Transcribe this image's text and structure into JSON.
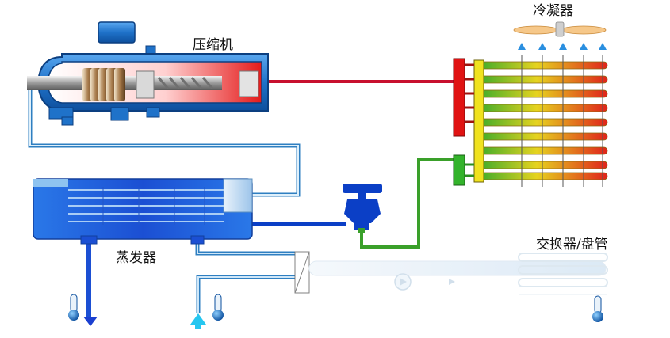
{
  "labels": {
    "compressor": "压缩机",
    "condenser": "冷凝器",
    "evaporator": "蒸发器",
    "exchanger": "交换器/盘管"
  },
  "colors": {
    "hot_line": "#c8102e",
    "cold_line": "#2f7fc1",
    "liquid_line": "#3aa02a",
    "deep_blue": "#0b3fc6",
    "compressor_body": "#1f72c9",
    "manifold_red": "#e01313",
    "manifold_yellow": "#f0e21e",
    "manifold_green": "#33b32b",
    "arrow_blue": "#2a8fe0"
  },
  "icons": {
    "fan": "fan-icon",
    "thermometer": "thermometer-icon",
    "pump": "pump-icon",
    "valve": "expansion-valve-icon"
  }
}
